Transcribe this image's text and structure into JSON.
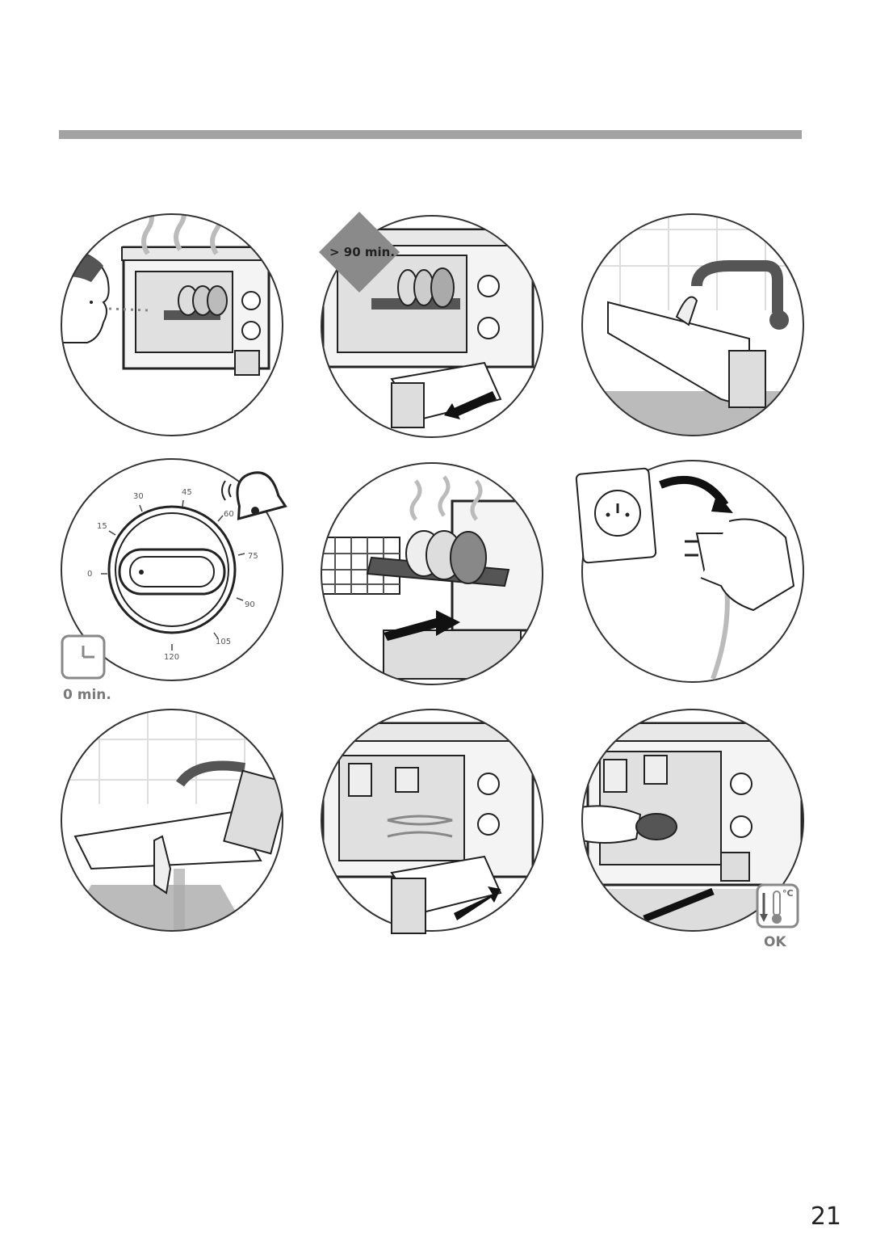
{
  "labels": {
    "tag_90": "> 90 min.",
    "zero_min": "0 min.",
    "ok": "OK",
    "celsius": "°C"
  },
  "timer_dial": {
    "ticks": [
      "0",
      "15",
      "30",
      "45",
      "60",
      "75",
      "90",
      "105",
      "120"
    ]
  },
  "page_number": "21"
}
